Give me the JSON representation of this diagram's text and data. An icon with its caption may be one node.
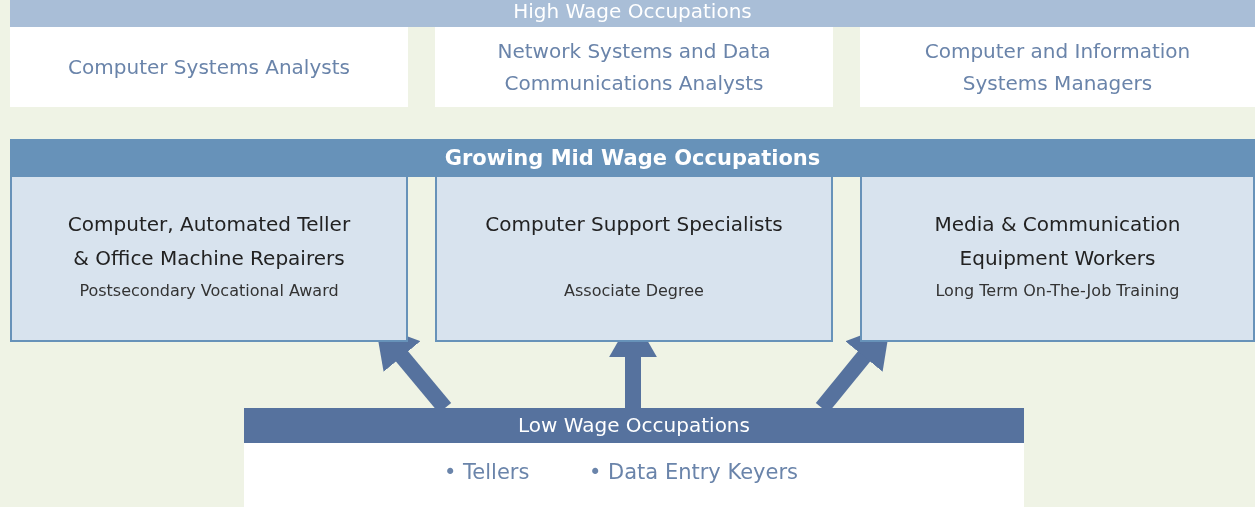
{
  "diagram": {
    "nodes": [
      {
        "text": [
          "High Wage Occupations"
        ]
      },
      {
        "text": [
          "Computer Systems Analysts"
        ]
      },
      {
        "text": [
          "Network Systems and Data Communications Analysts"
        ]
      },
      {
        "text": [
          "Computer and Information Systems Managers"
        ]
      },
      {
        "text": [
          "Growing Mid Wage Occupations"
        ]
      },
      {
        "text": [
          "Computer, Automated Teller & Office Machine Repairers",
          "Postsecondary Vocational Award"
        ]
      },
      {
        "text": [
          "Computer Support Specialists",
          "Associate Degree"
        ]
      },
      {
        "text": [
          "Media & Communication Equipment Workers",
          "Long Term On-The-Job Training"
        ]
      },
      {
        "text": [
          "Low Wage Occupations",
          "• Tellers",
          "• Data Entry Keyers"
        ]
      }
    ],
    "edges": [
      {
        "from": 8,
        "to": 5,
        "arrow": "to"
      },
      {
        "from": 8,
        "to": 6,
        "arrow": "to"
      },
      {
        "from": 8,
        "to": 7,
        "arrow": "to"
      }
    ]
  }
}
